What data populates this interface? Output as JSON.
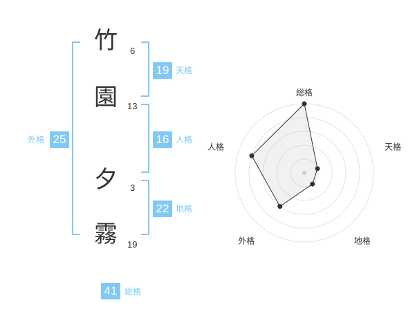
{
  "name_chars": [
    {
      "char": "竹",
      "strokes": "6"
    },
    {
      "char": "園",
      "strokes": "13"
    },
    {
      "char": "夕",
      "strokes": "3"
    },
    {
      "char": "霧",
      "strokes": "19"
    }
  ],
  "kakaku": {
    "tenkaku": {
      "value": "19",
      "label": "天格"
    },
    "jinkaku": {
      "value": "16",
      "label": "人格"
    },
    "chikaku": {
      "value": "22",
      "label": "地格"
    },
    "gaikaku": {
      "value": "25",
      "label": "外格"
    },
    "soukaku": {
      "value": "41",
      "label": "総格"
    }
  },
  "colors": {
    "accent": "#81c9f4",
    "text": "#333333",
    "radar_fill": "#f0f0f0"
  },
  "chart_data": {
    "type": "radar",
    "axes": [
      "総格",
      "天格",
      "地格",
      "外格",
      "人格"
    ],
    "values": [
      5,
      1,
      1,
      3,
      4
    ],
    "range": [
      0,
      5
    ],
    "rings": 5
  }
}
